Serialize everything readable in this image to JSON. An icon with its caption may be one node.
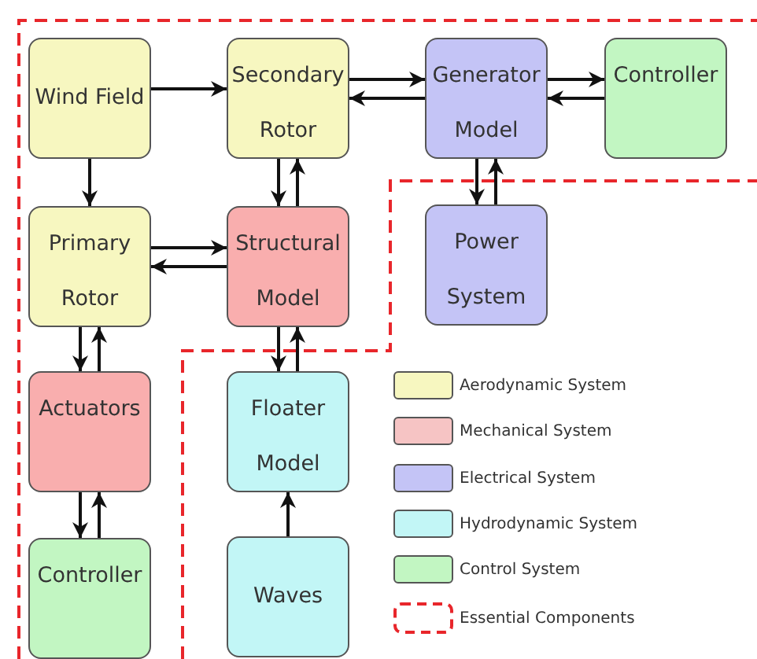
{
  "diagram": {
    "nodes": [
      {
        "text": [
          "Wind Field"
        ]
      },
      {
        "text": [
          "Secondary Rotor"
        ]
      },
      {
        "text": [
          "Generator Model"
        ]
      },
      {
        "text": [
          "Controller"
        ]
      },
      {
        "text": [
          "Primary Rotor"
        ]
      },
      {
        "text": [
          "Structural Model"
        ]
      },
      {
        "text": [
          "Power System"
        ]
      },
      {
        "text": [
          "Actuators"
        ]
      },
      {
        "text": [
          "Floater Model"
        ]
      },
      {
        "text": [
          "Controller"
        ]
      },
      {
        "text": [
          "Waves"
        ]
      }
    ],
    "edges": [
      {
        "from": 0,
        "to": 1,
        "arrow": "to"
      },
      {
        "from": 0,
        "to": 4,
        "arrow": "to"
      },
      {
        "from": 1,
        "to": 2,
        "arrow": "to"
      },
      {
        "from": 2,
        "to": 1,
        "arrow": "to"
      },
      {
        "from": 2,
        "to": 3,
        "arrow": "to"
      },
      {
        "from": 3,
        "to": 2,
        "arrow": "to"
      },
      {
        "from": 1,
        "to": 5,
        "arrow": "to"
      },
      {
        "from": 5,
        "to": 1,
        "arrow": "to"
      },
      {
        "from": 2,
        "to": 6,
        "arrow": "to"
      },
      {
        "from": 6,
        "to": 2,
        "arrow": "to"
      },
      {
        "from": 4,
        "to": 5,
        "arrow": "to"
      },
      {
        "from": 5,
        "to": 4,
        "arrow": "to"
      },
      {
        "from": 4,
        "to": 7,
        "arrow": "to"
      },
      {
        "from": 7,
        "to": 4,
        "arrow": "to"
      },
      {
        "from": 7,
        "to": 9,
        "arrow": "to"
      },
      {
        "from": 9,
        "to": 7,
        "arrow": "to"
      },
      {
        "from": 5,
        "to": 8,
        "arrow": "to"
      },
      {
        "from": 8,
        "to": 5,
        "arrow": "to"
      },
      {
        "from": 10,
        "to": 8,
        "arrow": "to"
      }
    ],
    "legend": [
      {
        "text": "Aerodynamic System",
        "color": "#f7f7c0"
      },
      {
        "text": "Mechanical System",
        "color": "#f6c4c4"
      },
      {
        "text": "Electrical System",
        "color": "#c4c4f6"
      },
      {
        "text": "Hydrodynamic System",
        "color": "#c2f6f6"
      },
      {
        "text": "Control System",
        "color": "#c2f6c2"
      },
      {
        "text": "Essential Components"
      }
    ]
  }
}
